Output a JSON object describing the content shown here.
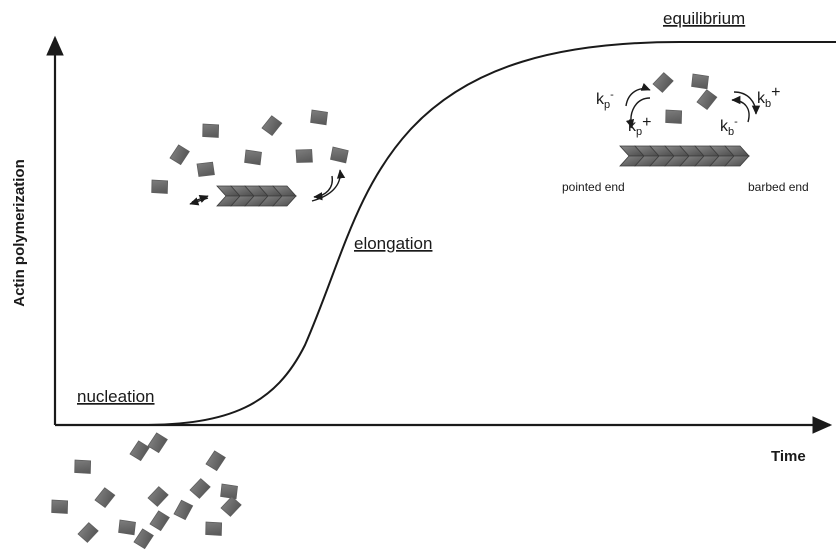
{
  "axes": {
    "y_label": "Actin polymerization",
    "x_label": "Time"
  },
  "phases": {
    "nucleation": "nucleation",
    "elongation": "elongation",
    "equilibrium": "equilibrium"
  },
  "filament_ends": {
    "pointed": "pointed end",
    "barbed": "barbed end"
  },
  "rate_constants": {
    "kp_off": {
      "base": "k",
      "sub": "p",
      "sup": "-"
    },
    "kp_on": {
      "base": "k",
      "sub": "p",
      "sup": "+"
    },
    "kb_on": {
      "base": "k",
      "sub": "b",
      "sup": "+"
    },
    "kb_off": {
      "base": "k",
      "sub": "b",
      "sup": "-"
    }
  },
  "icons": {
    "monomer": "actin-monomer-icon",
    "filament": "actin-filament-icon",
    "exchange_arrow": "exchange-arrow-icon"
  },
  "colors": {
    "monomer_fill": "#5e5e5e",
    "monomer_light": "#9a9a9a",
    "line": "#1a1a1a"
  }
}
